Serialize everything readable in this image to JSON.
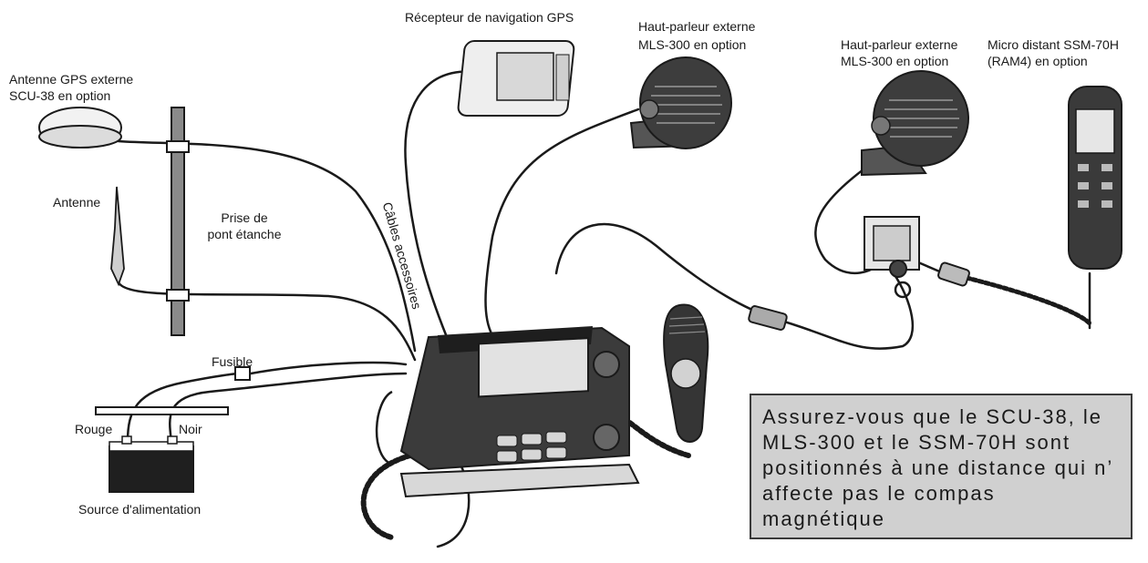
{
  "labels": {
    "gps_receiver": "Récepteur de navigation GPS",
    "speaker1_line1": "Haut-parleur externe",
    "speaker1_line2": "MLS-300 en option",
    "speaker2_line1": "Haut-parleur externe",
    "speaker2_line2": "MLS-300 en option",
    "mic_line1": "Micro distant SSM-70H",
    "mic_line2": "(RAM4) en option",
    "gps_antenna_line1": "Antenne GPS externe",
    "gps_antenna_line2": "SCU-38 en option",
    "antenna": "Antenne",
    "deck_plug_line1": "Prise de",
    "deck_plug_line2": "pont étanche",
    "accessory_cables": "Câbles accessoires",
    "fuse": "Fusible",
    "red": "Rouge",
    "black": "Noir",
    "power_source": "Source d'alimentation"
  },
  "note": {
    "text": "Assurez-vous que le SCU-38, le MLS-300 et le SSM-70H sont positionnés à une distance qui n’ affecte pas le compas magnétique"
  }
}
